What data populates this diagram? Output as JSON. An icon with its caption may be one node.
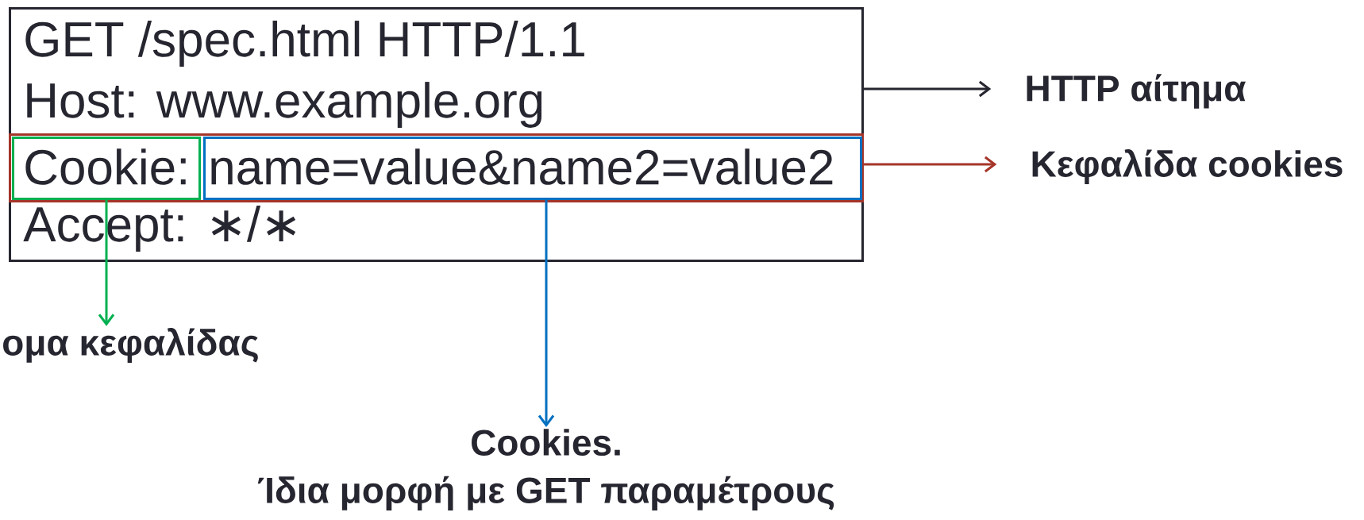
{
  "diagram": {
    "nodes": [
      {
        "text": [
          "GET /spec.html HTTP/1.1",
          "Host: www.example.org",
          "Accept: ∗/∗"
        ]
      },
      {
        "text": [],
        "shape": "box",
        "in": 0
      },
      {
        "text": [
          "Cookie:"
        ],
        "in": 1
      },
      {
        "text": [
          "name=value&name2=value2"
        ],
        "in": 1
      },
      {
        "text": [
          "HTTP αίτημα"
        ]
      },
      {
        "text": [
          "Κεφαλίδα cookies"
        ]
      },
      {
        "text": [
          "ομα κεφαλίδας"
        ]
      },
      {
        "text": [
          "Cookies.",
          "Ίδια μορφή με GET παραμέτρους"
        ]
      }
    ],
    "edges": [
      {
        "from": 0,
        "to": 4,
        "arrow": "to"
      },
      {
        "from": 1,
        "to": 5,
        "arrow": "to",
        "color": "#a5352a"
      },
      {
        "from": 2,
        "to": 6,
        "arrow": "to",
        "color": "#00b050"
      },
      {
        "from": 3,
        "to": 7,
        "arrow": "to",
        "color": "#0070c0"
      }
    ]
  }
}
